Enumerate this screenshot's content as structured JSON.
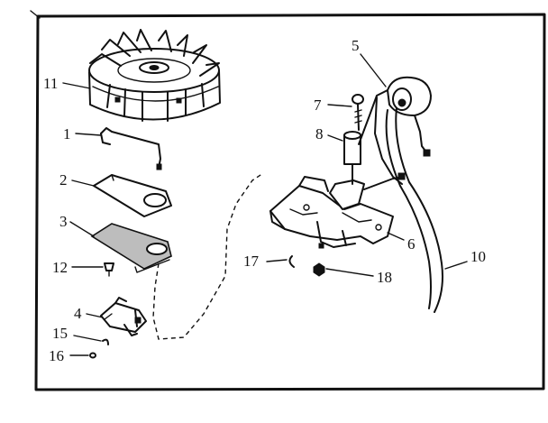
{
  "colors": {
    "ink": "#111111",
    "paper": "#ffffff",
    "shading": "#bdbdbd"
  },
  "callouts": {
    "c1": "1",
    "c2": "2",
    "c3": "3",
    "c4": "4",
    "c5": "5",
    "c6": "6",
    "c7": "7",
    "c8": "8",
    "c10": "10",
    "c11": "11",
    "c12": "12",
    "c15": "15",
    "c16": "16",
    "c17": "17",
    "c18": "18"
  }
}
